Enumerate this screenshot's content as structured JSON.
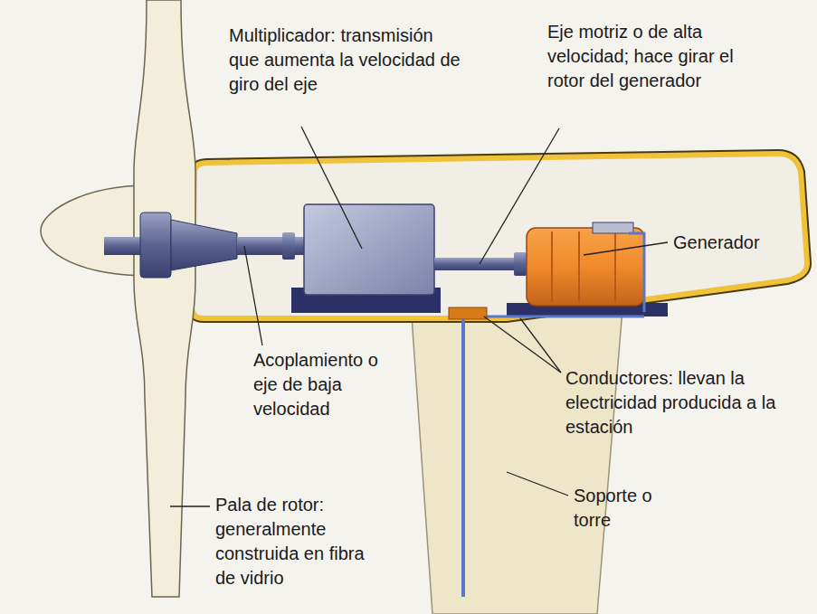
{
  "diagram": {
    "labels": [
      "Multiplicador: transmisión que aumenta la velocidad de giro del eje",
      "Eje motriz o de alta velocidad; hace girar el rotor del generador",
      "Generador",
      "Acoplamiento o eje de baja velocidad",
      "Conductores: llevan la electricidad producida a la estación",
      "Soporte o torre",
      "Pala de rotor: generalmente construida en fibra de vidrio"
    ]
  }
}
